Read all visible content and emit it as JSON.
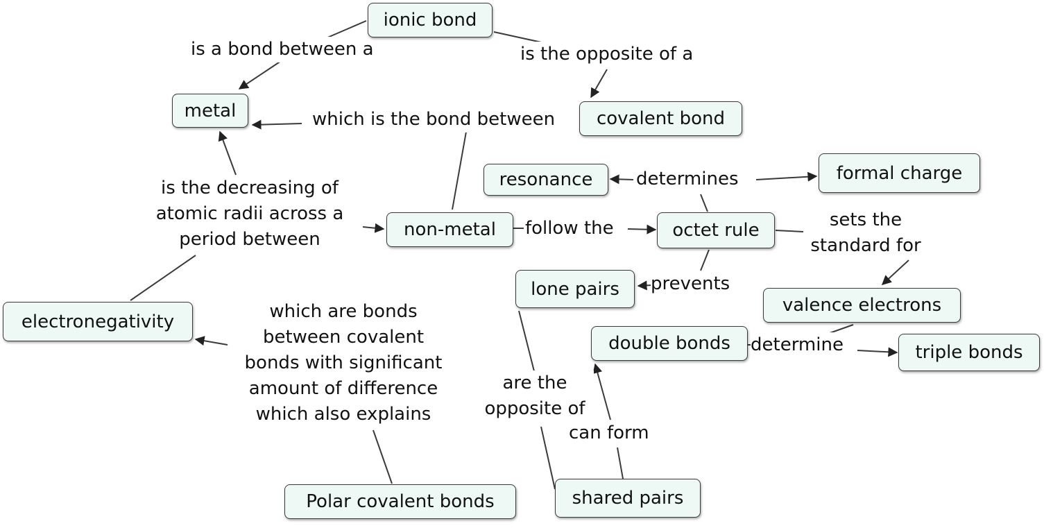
{
  "concepts": {
    "ionic_bond": "ionic bond",
    "metal": "metal",
    "covalent_bond": "covalent bond",
    "resonance": "resonance",
    "formal_charge": "formal charge",
    "non_metal": "non-metal",
    "octet_rule": "octet rule",
    "lone_pairs": "lone pairs",
    "valence_electrons": "valence electrons",
    "electronegativity": "electronegativity",
    "double_bonds": "double bonds",
    "triple_bonds": "triple bonds",
    "polar_covalent_bonds": "Polar covalent bonds",
    "shared_pairs": "shared pairs"
  },
  "links": {
    "is_a_bond_between_a": "is a bond between a",
    "is_the_opposite_of_a": "is the opposite of a",
    "which_is_the_bond_between": "which is the bond between",
    "determines": "determines",
    "is_the_decreasing_of": [
      "is the decreasing of",
      "atomic radii across a",
      "period between"
    ],
    "follow_the": "follow the",
    "sets_the_standard_for": [
      "sets the",
      "standard for"
    ],
    "prevents": "prevents",
    "determine": "determine",
    "which_are_bonds": [
      "which are bonds",
      "between covalent",
      "bonds with significant",
      "amount of difference",
      "which also explains"
    ],
    "are_the_opposite_of": [
      "are the",
      "opposite of"
    ],
    "can_form": "can form"
  },
  "colors": {
    "node_fill": "#eef8f4",
    "node_border": "#3a3a3a",
    "line": "#3a3a3a",
    "text": "#111111"
  }
}
